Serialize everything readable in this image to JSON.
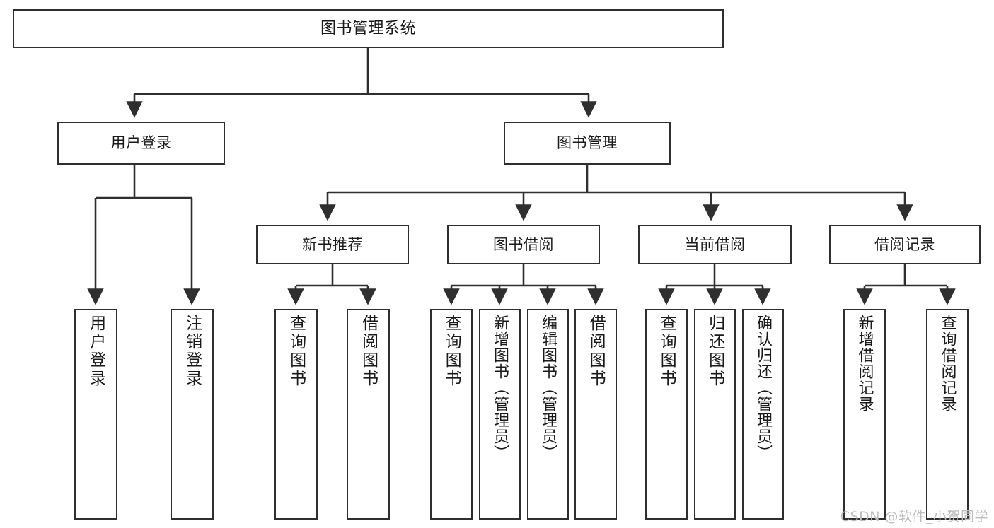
{
  "diagram": {
    "title": "图书管理系统",
    "root": {
      "id": "root",
      "label": "图书管理系统"
    },
    "tier2": [
      {
        "id": "user-login",
        "label": "用户登录"
      },
      {
        "id": "book-manage",
        "label": "图书管理"
      }
    ],
    "tier3": [
      {
        "id": "new-book-recommend",
        "label": "新书推荐"
      },
      {
        "id": "book-borrow",
        "label": "图书借阅"
      },
      {
        "id": "current-borrow",
        "label": "当前借阅"
      },
      {
        "id": "borrow-record",
        "label": "借阅记录"
      }
    ],
    "leaves": [
      {
        "id": "leaf-user-login",
        "label": "用户登录",
        "parent": "user-login"
      },
      {
        "id": "leaf-user-logout",
        "label": "注销登录",
        "parent": "user-login"
      },
      {
        "id": "leaf-query-book-1",
        "label": "查询图书",
        "parent": "new-book-recommend"
      },
      {
        "id": "leaf-borrow-book-1",
        "label": "借阅图书",
        "parent": "new-book-recommend"
      },
      {
        "id": "leaf-query-book-2",
        "label": "查询图书",
        "parent": "book-borrow"
      },
      {
        "id": "leaf-add-book",
        "label": "新增图书（管理员）",
        "parent": "book-borrow"
      },
      {
        "id": "leaf-edit-book",
        "label": "编辑图书（管理员）",
        "parent": "book-borrow"
      },
      {
        "id": "leaf-borrow-book-2",
        "label": "借阅图书",
        "parent": "book-borrow"
      },
      {
        "id": "leaf-query-book-3",
        "label": "查询图书",
        "parent": "current-borrow"
      },
      {
        "id": "leaf-return-book",
        "label": "归还图书",
        "parent": "current-borrow"
      },
      {
        "id": "leaf-confirm-return",
        "label": "确认归还（管理员）",
        "parent": "current-borrow"
      },
      {
        "id": "leaf-add-record",
        "label": "新增借阅记录",
        "parent": "borrow-record"
      },
      {
        "id": "leaf-query-record",
        "label": "查询借阅记录",
        "parent": "borrow-record"
      }
    ],
    "colors": {
      "stroke": "#2f2f2f",
      "fill": "#ffffff",
      "text": "#1a1a1a",
      "watermark": "#bdbdbd"
    }
  },
  "watermark": {
    "text": "CSDN @软件_小贺同学"
  }
}
